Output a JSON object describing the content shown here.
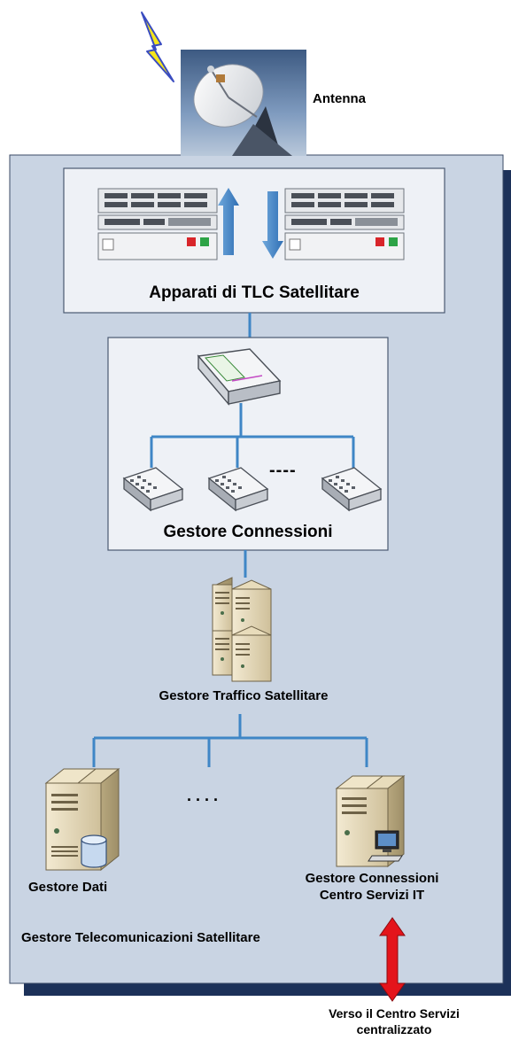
{
  "antenna": {
    "label": "Antenna"
  },
  "tlc": {
    "title": "Apparati di TLC Satellitare"
  },
  "connections": {
    "title": "Gestore Connessioni",
    "ellipsis": "----"
  },
  "traffic": {
    "label": "Gestore Traffico Satellitare"
  },
  "bottom": {
    "ellipsis": ". . . .",
    "data_label": "Gestore Dati",
    "it_label_line1": "Gestore Connessioni",
    "it_label_line2": "Centro Servizi IT"
  },
  "container": {
    "label": "Gestore Telecomunicazioni Satellitare"
  },
  "external": {
    "line1": "Verso il Centro Servizi",
    "line2": "centralizzato"
  },
  "colors": {
    "panel": "#c9d4e3",
    "shadow": "#1c3159",
    "box": "#eef1f6",
    "link": "#3f86c6",
    "arrow_red": "#e4141b",
    "lightning": "#f5e61a"
  }
}
